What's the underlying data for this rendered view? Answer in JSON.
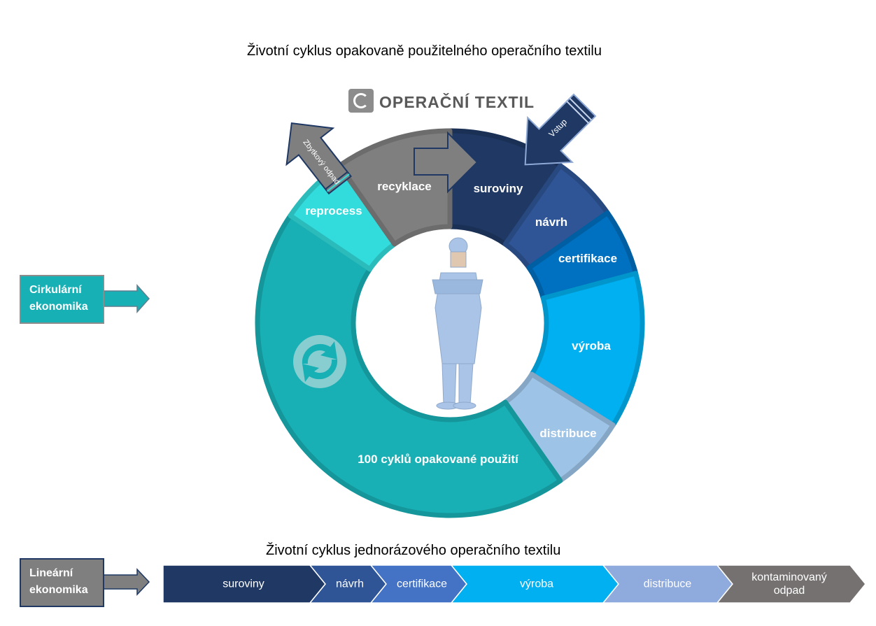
{
  "titles": {
    "circular": "Životní cyklus opakovaně použitelného operačního textilu",
    "linear": "Životní cyklus jednorázového operačního textilu"
  },
  "logo": {
    "text": "OPERAČNÍ TEXTIL"
  },
  "cycle": {
    "segments": [
      {
        "label": "suroviny",
        "color": "#1f3864"
      },
      {
        "label": "návrh",
        "color": "#2f5597"
      },
      {
        "label": "certifikace",
        "color": "#0070c0"
      },
      {
        "label": "výroba",
        "color": "#00b0f0"
      },
      {
        "label": "distribuce",
        "color": "#9dc3e6"
      },
      {
        "label": "100 cyklů opakované použití",
        "color": "#18b0b5"
      },
      {
        "label": "reprocess",
        "color": "#33dcdc"
      },
      {
        "label": "recyklace",
        "color": "#7f7f7f"
      }
    ],
    "input_arrow": "Vstup",
    "waste_arrow": "Zbytkový odpad"
  },
  "left_boxes": {
    "circular": [
      "Cirkulární",
      "ekonomika"
    ],
    "linear": [
      "Lineární",
      "ekonomika"
    ]
  },
  "linear_chain": [
    {
      "label": "suroviny",
      "color": "#203864"
    },
    {
      "label": "návrh",
      "color": "#2f5597"
    },
    {
      "label": "certifikace",
      "color": "#4472c4"
    },
    {
      "label": "výroba",
      "color": "#00b0f0"
    },
    {
      "label": "distribuce",
      "color": "#8faadc"
    },
    {
      "label": "kontaminovaný odpad",
      "color": "#767171"
    }
  ]
}
